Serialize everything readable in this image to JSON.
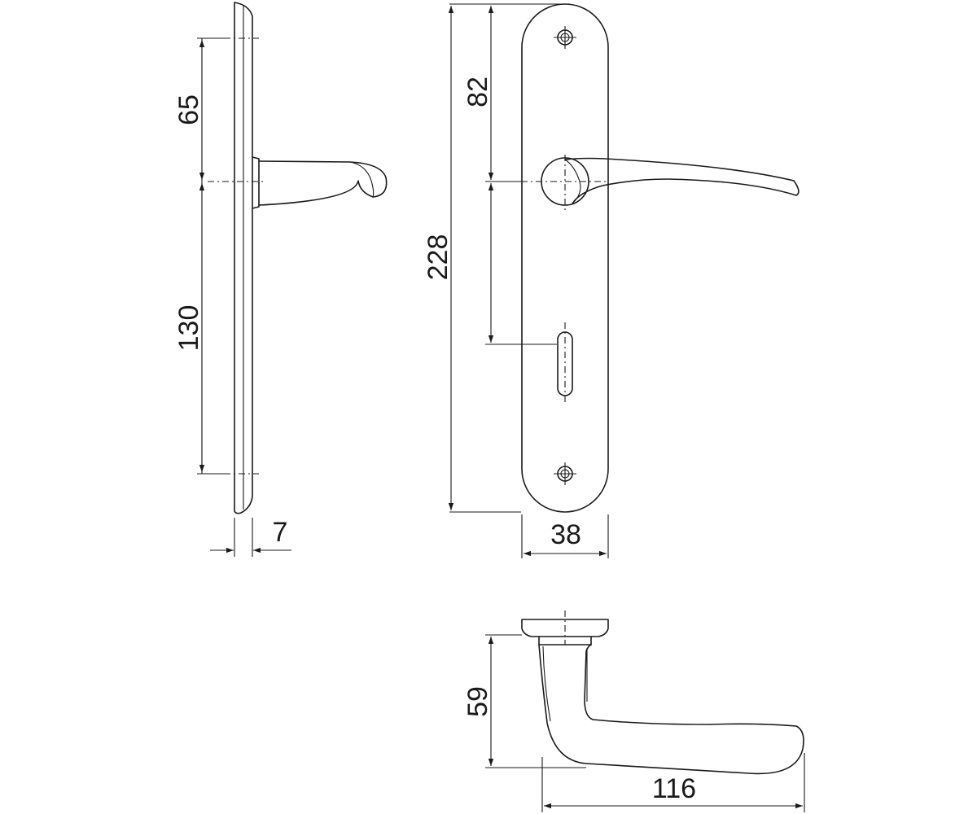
{
  "dimensions": {
    "side_upper": "65",
    "side_lower": "130",
    "plate_thickness": "7",
    "front_total": "228",
    "front_upper": "82",
    "plate_width": "38",
    "projection": "59",
    "lever_length": "116"
  },
  "colors": {
    "line": "#1a1a1a",
    "background": "#ffffff"
  }
}
